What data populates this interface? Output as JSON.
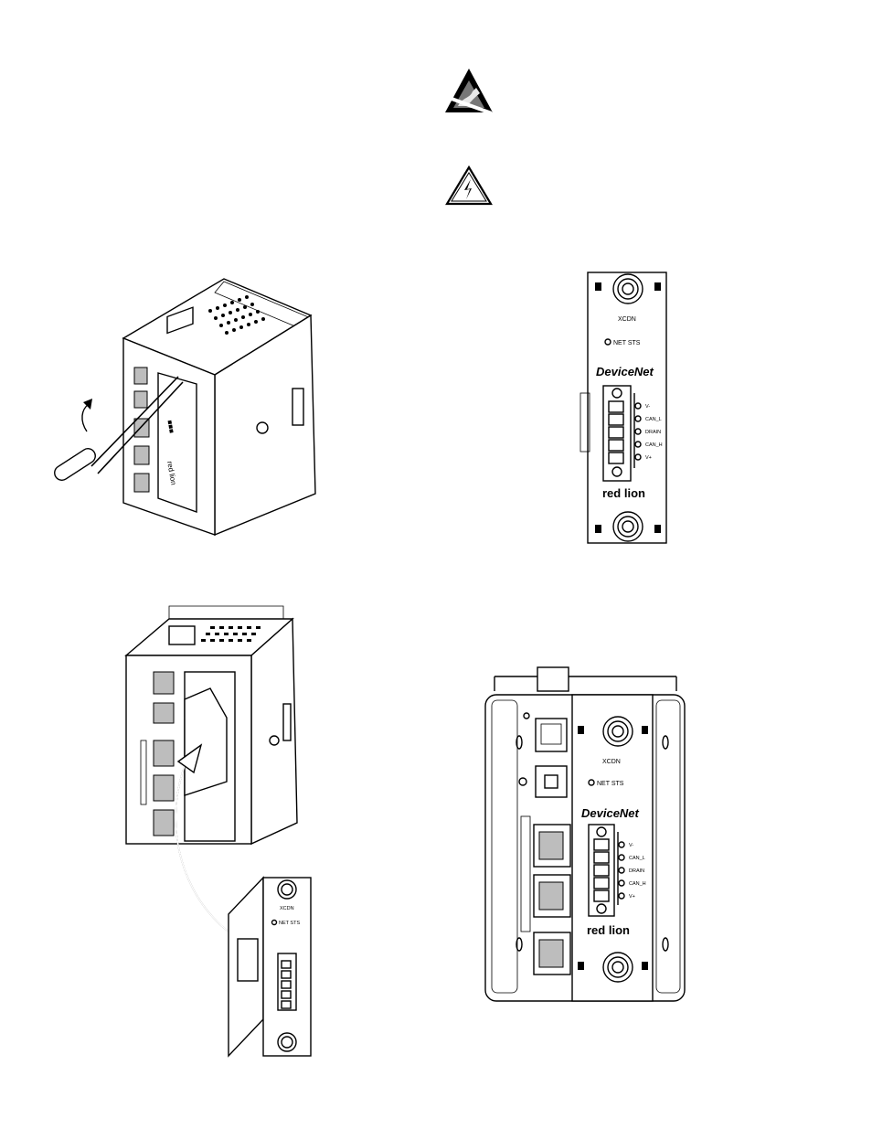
{
  "module_labels": {
    "model": "XCDN",
    "led": "NET STS",
    "network_logo": "DeviceNet",
    "brand_logo": "red lion",
    "pins": [
      "V-",
      "CAN_L",
      "DRAIN",
      "CAN_H",
      "V+"
    ]
  },
  "icons": {
    "esd": "esd-warning-icon",
    "shock": "electric-shock-warning-icon"
  }
}
